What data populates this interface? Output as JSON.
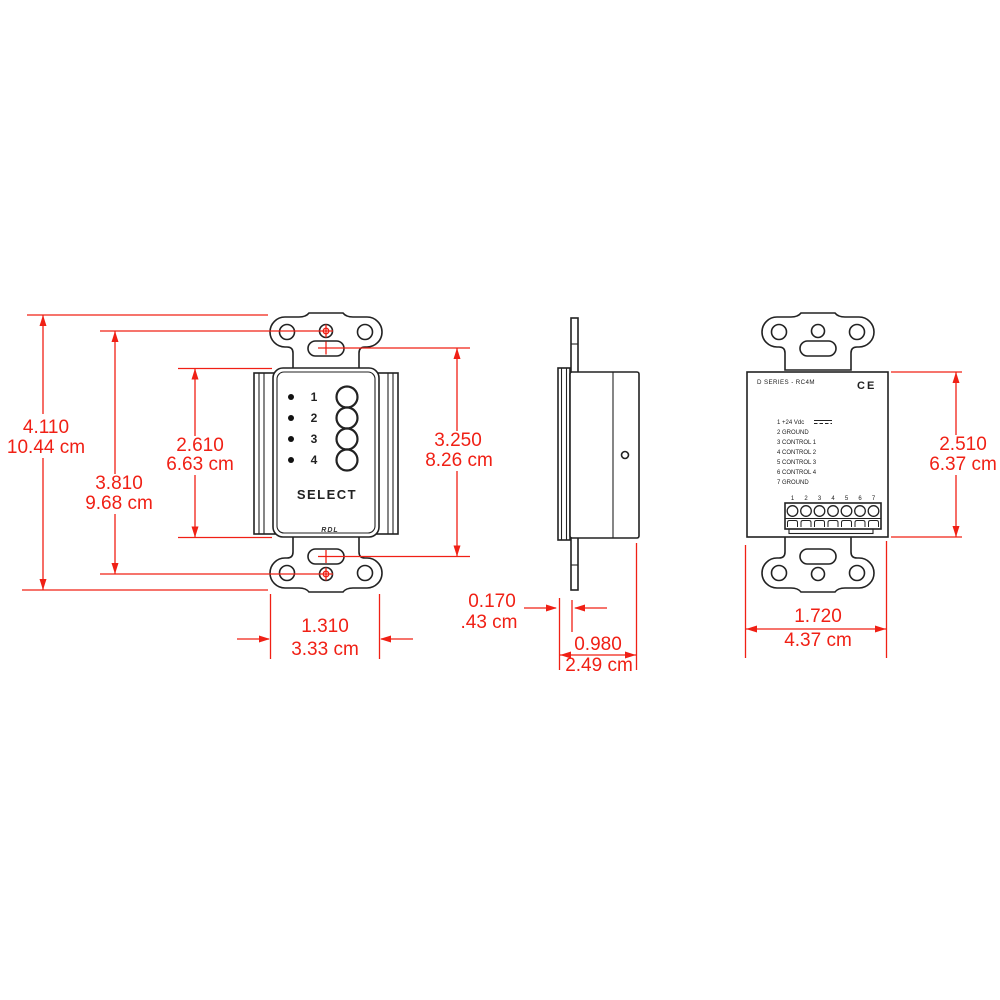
{
  "drawing": {
    "front": {
      "channels": [
        "1",
        "2",
        "3",
        "4"
      ],
      "select_label": "SELECT",
      "brand_label": "RDL"
    },
    "rear": {
      "model_label": "D SERIES - RC4M",
      "ce_mark": "CE",
      "pins": [
        "1  +24 Vdc",
        "2  GROUND",
        "3  CONTROL 1",
        "4  CONTROL 2",
        "5  CONTROL 3",
        "6  CONTROL 4",
        "7  GROUND"
      ],
      "terminal_numbers": [
        "1",
        "2",
        "3",
        "4",
        "5",
        "6",
        "7"
      ]
    },
    "dims": {
      "overall_height": {
        "in": "4.110",
        "cm": "10.44 cm"
      },
      "hole_spacing": {
        "in": "3.810",
        "cm": "9.68 cm"
      },
      "cover_height": {
        "in": "2.610",
        "cm": "6.63 cm"
      },
      "slot_spacing": {
        "in": "3.250",
        "cm": "8.26 cm"
      },
      "cover_width": {
        "in": "1.310",
        "cm": "3.33 cm"
      },
      "plate_thickness": {
        "in": "0.170",
        "cm": ".43 cm"
      },
      "depth": {
        "in": "0.980",
        "cm": "2.49 cm"
      },
      "chassis_width": {
        "in": "1.720",
        "cm": "4.37 cm"
      },
      "chassis_height": {
        "in": "2.510",
        "cm": "6.37 cm"
      }
    },
    "colors": {
      "dimension_red": "#f02015",
      "line_black": "#222222"
    }
  }
}
